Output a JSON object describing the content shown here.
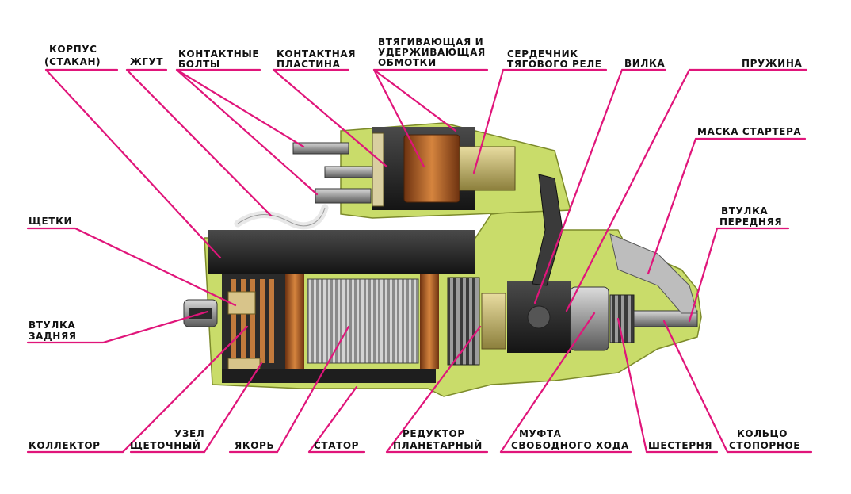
{
  "colors": {
    "leader": "#e0157a",
    "label": "#111111",
    "housing_lime": "#c9dc6a",
    "metal_dark": "#2b2b2b",
    "metal_light": "#b8b8b8",
    "copper": "#b0602a"
  },
  "labels": {
    "korpus_1": "КОРПУС",
    "korpus_2": "(СТАКАН)",
    "zhgut": "ЖГУТ",
    "bolty_1": "КОНТАКТНЫЕ",
    "bolty_2": "БОЛТЫ",
    "plastina_1": "КОНТАКТНАЯ",
    "plastina_2": "ПЛАСТИНА",
    "obmotki_1": "ВТЯГИВАЮЩАЯ И",
    "obmotki_2": "УДЕРЖИВАЮЩАЯ",
    "obmotki_3": "ОБМОТКИ",
    "serdechnik_1": "СЕРДЕЧНИК",
    "serdechnik_2": "ТЯГОВОГО РЕЛЕ",
    "vilka": "ВИЛКА",
    "pruzhina": "ПРУЖИНА",
    "maska": "МАСКА СТАРТЕРА",
    "vtulka_pered_1": "ВТУЛКА",
    "vtulka_pered_2": "ПЕРЕДНЯЯ",
    "shchetki": "ЩЕТКИ",
    "vtulka_zad_1": "ВТУЛКА",
    "vtulka_zad_2": "ЗАДНЯЯ",
    "kollektor": "КОЛЛЕКТОР",
    "uzel_1": "УЗЕЛ",
    "uzel_2": "ЩЕТОЧНЫЙ",
    "yakor": "ЯКОРЬ",
    "stator": "СТАТОР",
    "reduktor_1": "РЕДУКТОР",
    "reduktor_2": "ПЛАНЕТАРНЫЙ",
    "mufta_1": "МУФТА",
    "mufta_2": "СВОБОДНОГО ХОДА",
    "shesternya": "ШЕСТЕРНЯ",
    "koltso_1": "КОЛЬЦО",
    "koltso_2": "СТОПОРНОЕ"
  }
}
